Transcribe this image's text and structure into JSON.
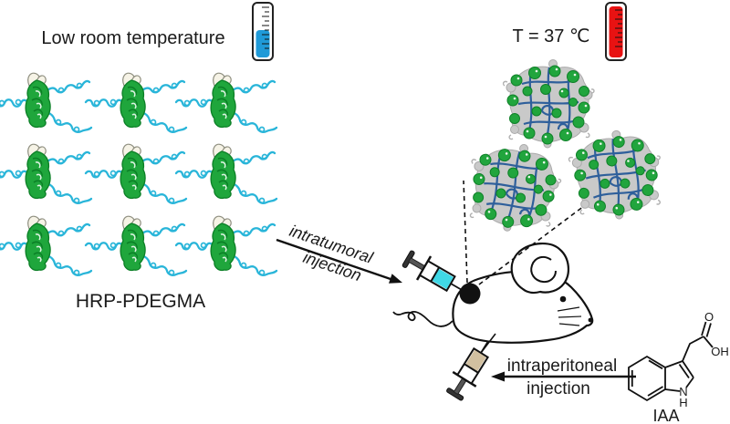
{
  "left_panel": {
    "temperature_label": "Low room temperature",
    "molecule_label": "HRP-PDEGMA",
    "molecule_grid": {
      "rows": 3,
      "cols": 3
    }
  },
  "right_panel": {
    "temperature_label": "T = 37 ℃",
    "aggregate_count": 3
  },
  "injections": {
    "intratumoral": {
      "line1": "intratumoral",
      "line2": "injection"
    },
    "intraperitoneal": {
      "line1": "intraperitoneal",
      "line2": "injection"
    }
  },
  "iaa": {
    "label": "IAA",
    "atom_o": "O",
    "atom_oh": "OH",
    "atom_n": "N",
    "atom_h": "H"
  },
  "colors": {
    "thermometer_cold": "#1f9ad8",
    "thermometer_hot": "#e81212",
    "chain_cyan": "#29b5d9",
    "protein_green": "#1fa63c",
    "protein_green_dark": "#0b7f26",
    "aggregate_gray": "#c9c9c9",
    "network_blue": "#2e5f9b",
    "intratumoral_syringe": "#40d8e6",
    "intraperitoneal_syringe": "#d2c0a0",
    "ink": "#1a1a1a"
  }
}
